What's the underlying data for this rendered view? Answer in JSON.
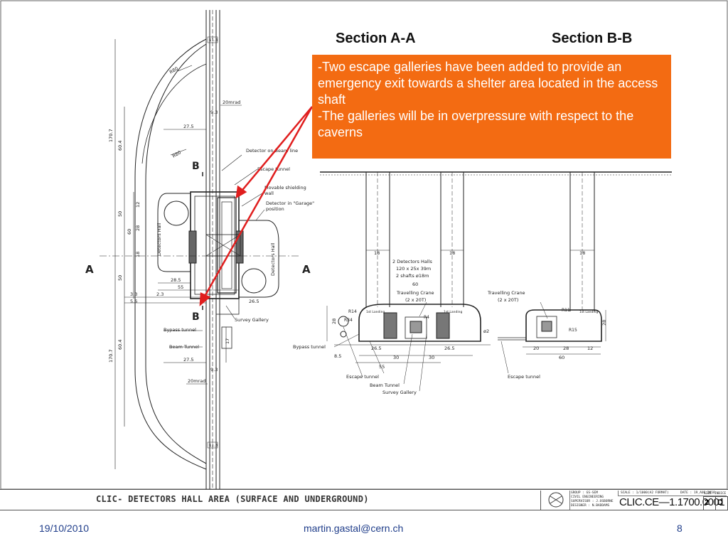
{
  "sections": {
    "a_a_title": "Section A-A",
    "b_b_title": "Section B-B"
  },
  "callout": {
    "line1": "-Two escape galleries have been added to provide an emergency exit towards a shelter area located in the access shaft",
    "line2": "-The galleries will be in overpressure with respect to the caverns",
    "background": "#f36b12",
    "text_color": "#ffffff"
  },
  "plan_labels": {
    "section_a_left": "A",
    "section_a_right": "A",
    "section_b_top": "B",
    "section_b_bottom": "B",
    "r80_top": "R80",
    "r80_mid": "R80",
    "mrad_top": "20mrad",
    "mrad_bottom": "20mrad",
    "dim_11_3_top": "11.3",
    "dim_11_3_bottom": "11.3",
    "dim_9_3_top": "9.3",
    "dim_9_3_bottom": "9.3",
    "dim_27_5_top": "27.5",
    "dim_27_5_bottom": "27.5",
    "dim_28_5": "28.5",
    "dim_55": "55",
    "dim_26_5": "26.5",
    "dim_3_3": "3.3",
    "dim_5_6": "5.6",
    "dim_2_3": "2.3",
    "dim_170_7_top": "170.7",
    "dim_170_7_bottom": "170.7",
    "dim_60_4_top": "60.4",
    "dim_60_4_bottom": "60.4",
    "dim_50_top": "50",
    "dim_50_bottom": "50",
    "dim_60": "60",
    "dim_28": "28",
    "dim_18": "18",
    "dim_12": "12",
    "dim_17": "17",
    "detectors_hall": "Detectors Hall",
    "detector_on_beam": "Detector on Beam line",
    "escape_tunnel": "Escape tunnel",
    "movable_shielding": "Movable shielding wall",
    "detector_garage": "Detector in \"Garage\" position",
    "survey_gallery": "Survey Gallery",
    "bypass_tunnel": "Bypass tunnel",
    "beam_tunnel": "Beam Tunnel"
  },
  "section_labels": {
    "dim_18_a": "18",
    "dim_18_b": "18",
    "dim_18_c": "18",
    "halls_note_1": "2 Detectors Halls",
    "halls_note_2": "120 x 25x 39m",
    "halls_note_3": "2 shafts ø18m",
    "dim_60_sec": "60",
    "travelling_crane_a": "Travelling Crane",
    "crane_cap_a": "(2 x 20T)",
    "travelling_crane_b": "Travelling Crane",
    "crane_cap_b": "(2 x 20T)",
    "r14": "R14",
    "r34": "R34",
    "r4": "R4",
    "r11": "R11",
    "r15": "R15",
    "dim_28_sec": "28",
    "dim_28_b": "28",
    "dim_26_5_l": "26.5",
    "dim_26_5_r": "26.5",
    "dim_30_l": "30",
    "dim_30_r": "30",
    "dim_55_sec": "55",
    "dim_8_5": "8.5",
    "dim_20": "20",
    "dim_28_bb": "28",
    "dim_12_bb": "12",
    "dim_60_bb": "60",
    "dim_2": "ø2",
    "bypass_tunnel": "Bypass tunnel",
    "escape_tunnel_a": "Escape tunnel",
    "beam_tunnel": "Beam Tunnel",
    "survey_gallery": "Survey Gallery",
    "escape_tunnel_b": "Escape tunnel",
    "landing_l": "1st Landing",
    "landing_r": "1st Landing",
    "landing_b": "1st Landing"
  },
  "title_block": {
    "drawing_title": "CLIC- DETECTORS HALL AREA (SURFACE AND UNDERGROUND)",
    "group": "GROUP : GS-SEM",
    "dept": "CIVIL ENGINEERING",
    "supervisor": "SUPERVISOR : J.OSBORNE",
    "designer": "DESIGNER : N.BADDAMS",
    "scale": "SCALE : 1/1000(A2 FORMAT)",
    "date": "DATE : 19_AUG_2010",
    "doc_number": "CLIC.CE—1.1700.0001",
    "sheet_label": "SIZE",
    "sheet": "2",
    "rev_label": "INDICE",
    "rev": "D"
  },
  "footer": {
    "date": "19/10/2010",
    "email": "martin.gastal@cern.ch",
    "page": "8"
  },
  "colors": {
    "arrow": "#e01e1e",
    "linework": "#222222",
    "footer_text": "#1f3d8a"
  }
}
